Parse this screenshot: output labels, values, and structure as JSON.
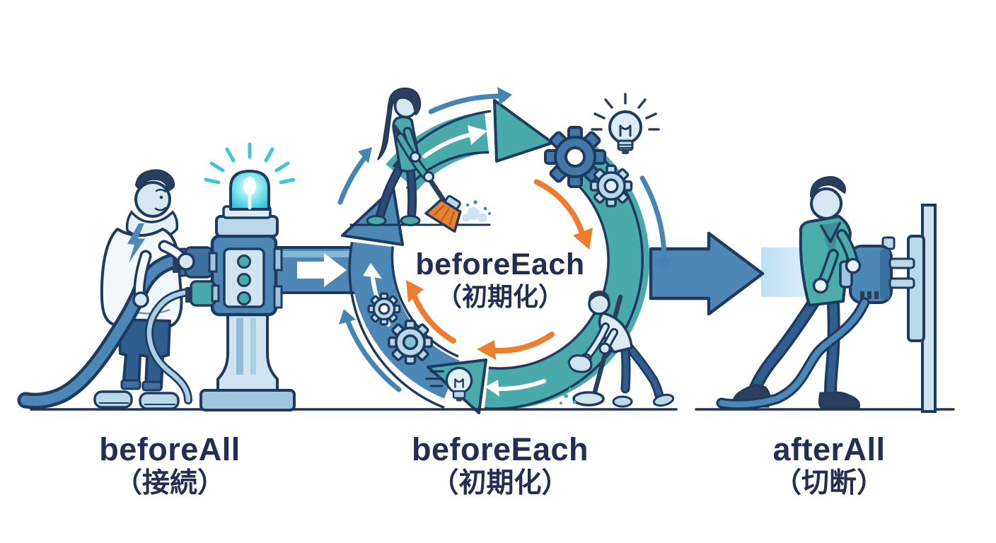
{
  "page": {
    "background": "#ffffff"
  },
  "labels": {
    "center": {
      "title": "beforeEach",
      "subtitle": "（初期化）"
    },
    "stages": [
      {
        "id": "before-all",
        "title": "beforeAll",
        "subtitle": "（接続）"
      },
      {
        "id": "before-each",
        "title": "beforeEach",
        "subtitle": "（初期化）"
      },
      {
        "id": "after-all",
        "title": "afterAll",
        "subtitle": "（切断）"
      }
    ]
  },
  "colors": {
    "outline_navy": "#1f3a5f",
    "text_navy": "#232e52",
    "steel_blue": "#4d87b5",
    "teal": "#49a9ab",
    "orange": "#ee7d2f",
    "cyan": "#3ecfe0",
    "light_blue": "#b9d8ea",
    "pale_blue": "#dcebf5",
    "dark_pants_blue": "#2e5d8e",
    "hair_navy": "#2c3e5e",
    "gear_blue": "#4178a8"
  },
  "icons": {
    "beacon": "beacon-light-icon",
    "lightning": "lightning-bolt-icon",
    "gear": "gear-icon",
    "lightbulb": "lightbulb-icon",
    "broom": "broom-icon",
    "mop": "mop-icon",
    "plug": "plug-icon",
    "socket": "socket-icon",
    "cycle": "cycle-arrows-icon"
  }
}
